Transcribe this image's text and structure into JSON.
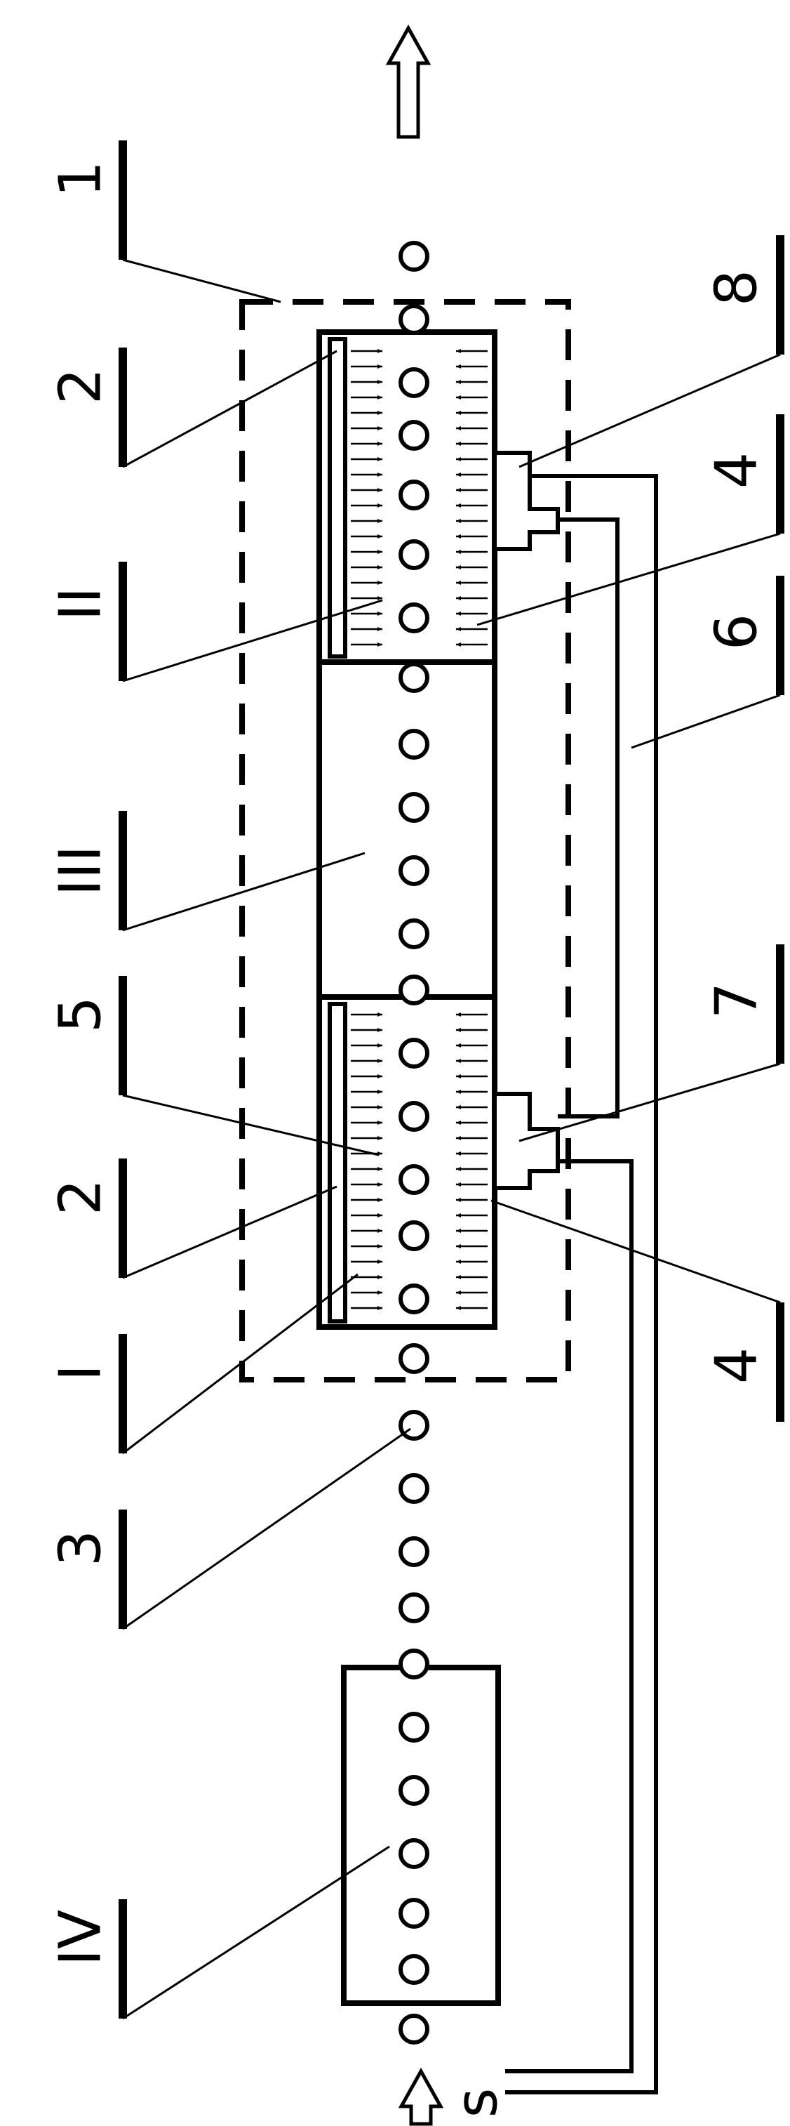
{
  "labels": {
    "l1": "1",
    "l2_top": "2",
    "l2_bottom": "2",
    "lII": "II",
    "lIII": "III",
    "l5": "5",
    "lI": "I",
    "l3": "3",
    "lIV": "IV",
    "l8": "8",
    "l4_top": "4",
    "l6": "6",
    "l7": "7",
    "l4_bottom": "4",
    "ls": "s"
  },
  "icons": {
    "flow_out": "up-arrow-icon",
    "flow_in": "up-arrow-icon"
  }
}
